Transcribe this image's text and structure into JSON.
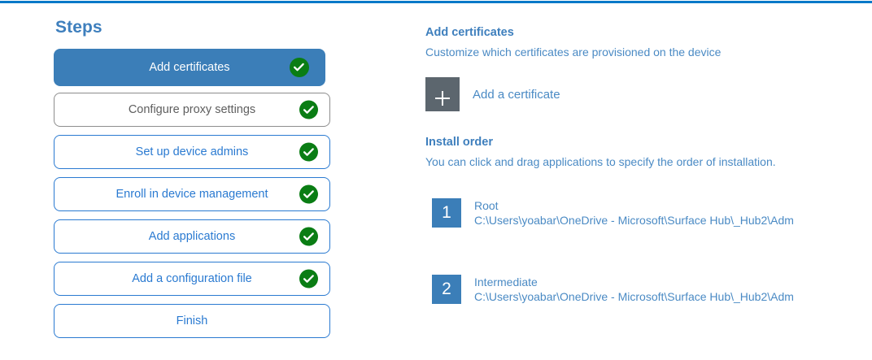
{
  "theme": {
    "accent_rule": "#0078c8",
    "active_step_bg": "#3b7eb8",
    "link_blue": "#2a7ad1",
    "heading_blue": "#3e7fbd",
    "body_blue": "#4a8ac4",
    "check_green": "#0a7d14",
    "tile_gray": "#5c666e",
    "muted_border": "#8d8d8d",
    "muted_text": "#5e5e5e"
  },
  "steps": {
    "title": "Steps",
    "items": [
      {
        "label": "Add certificates",
        "state": "active",
        "done": true,
        "check": "check-icon"
      },
      {
        "label": "Configure proxy settings",
        "state": "muted",
        "done": true,
        "check": "check-icon"
      },
      {
        "label": "Set up device admins",
        "state": "default",
        "done": true,
        "check": "check-icon"
      },
      {
        "label": "Enroll in device management",
        "state": "default",
        "done": true,
        "check": "check-icon"
      },
      {
        "label": "Add applications",
        "state": "default",
        "done": true,
        "check": "check-icon"
      },
      {
        "label": "Add a configuration file",
        "state": "default",
        "done": true,
        "check": "check-icon"
      },
      {
        "label": "Finish",
        "state": "default",
        "done": false,
        "check": ""
      }
    ]
  },
  "detail": {
    "certificates": {
      "title": "Add certificates",
      "description": "Customize which certificates are provisioned on the device",
      "add_button": {
        "label": "Add a certificate",
        "icon": "plus-icon"
      }
    },
    "install_order": {
      "title": "Install order",
      "description": "You can click and drag applications to specify the order of installation.",
      "items": [
        {
          "number": "1",
          "name": "Root",
          "path": "C:\\Users\\yoabar\\OneDrive - Microsoft\\Surface Hub\\_Hub2\\Adm"
        },
        {
          "number": "2",
          "name": "Intermediate",
          "path": "C:\\Users\\yoabar\\OneDrive - Microsoft\\Surface Hub\\_Hub2\\Adm"
        }
      ]
    }
  }
}
